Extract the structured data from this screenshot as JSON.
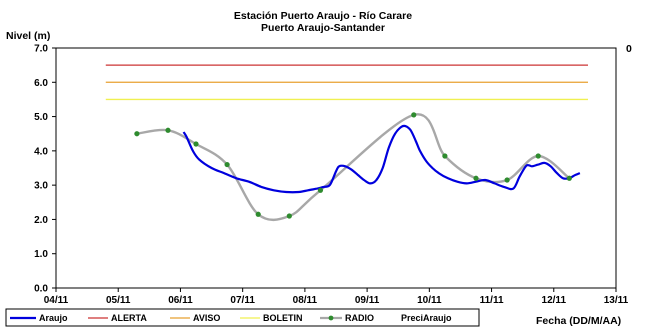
{
  "chart_data": {
    "type": "line",
    "title": "Estación Puerto Araujo - Río Carare",
    "subtitle": "Puerto Araujo-Santander",
    "ylabel": "Nivel (m)",
    "xlabel": "Fecha (DD/M/AA)",
    "right_axis_label": "0",
    "ylim": [
      0,
      7
    ],
    "yticks": [
      "0.0",
      "1.0",
      "2.0",
      "3.0",
      "4.0",
      "5.0",
      "6.0",
      "7.0"
    ],
    "xlim": [
      "04/11",
      "13/11"
    ],
    "xticks": [
      "04/11",
      "05/11",
      "06/11",
      "07/11",
      "08/11",
      "09/11",
      "10/11",
      "11/11",
      "12/11",
      "13/11"
    ],
    "grid": false,
    "legend_position": "bottom",
    "thresholds": [
      {
        "name": "ALERTA",
        "value": 6.5,
        "color": "#cc3333"
      },
      {
        "name": "AVISO",
        "value": 6.0,
        "color": "#e8a030"
      },
      {
        "name": "BOLETIN",
        "value": 5.5,
        "color": "#f0f050"
      }
    ],
    "series": [
      {
        "name": "Araujo",
        "color": "#0000dd",
        "x": [
          6.05,
          6.1,
          6.2,
          6.3,
          6.5,
          6.7,
          6.9,
          7.1,
          7.3,
          7.5,
          7.7,
          7.9,
          8.05,
          8.2,
          8.3,
          8.4,
          8.5,
          8.55,
          8.65,
          8.75,
          8.85,
          8.95,
          9.05,
          9.15,
          9.25,
          9.35,
          9.45,
          9.55,
          9.62,
          9.7,
          9.78,
          9.85,
          9.95,
          10.05,
          10.15,
          10.3,
          10.45,
          10.6,
          10.75,
          10.9,
          11.05,
          11.2,
          11.35,
          11.45,
          11.55,
          11.6,
          11.65,
          11.75,
          11.85,
          11.95,
          12.05,
          12.15,
          12.25,
          12.3,
          12.35,
          12.42
        ],
        "y": [
          4.55,
          4.4,
          4.0,
          3.75,
          3.5,
          3.35,
          3.2,
          3.1,
          2.95,
          2.85,
          2.8,
          2.8,
          2.85,
          2.9,
          2.95,
          3.0,
          3.4,
          3.55,
          3.55,
          3.45,
          3.3,
          3.15,
          3.05,
          3.15,
          3.5,
          4.1,
          4.5,
          4.7,
          4.72,
          4.6,
          4.3,
          4.0,
          3.7,
          3.5,
          3.35,
          3.2,
          3.1,
          3.05,
          3.1,
          3.15,
          3.05,
          2.95,
          2.9,
          3.25,
          3.55,
          3.58,
          3.55,
          3.6,
          3.65,
          3.55,
          3.35,
          3.2,
          3.2,
          3.25,
          3.3,
          3.35
        ]
      },
      {
        "name": "RADIO",
        "color": "#a8a8a8",
        "marker_color": "#2e8b2e",
        "x": [
          5.3,
          5.8,
          6.25,
          6.75,
          7.25,
          7.75,
          8.25,
          9.75,
          10.25,
          10.75,
          11.25,
          11.75,
          12.25
        ],
        "y": [
          4.5,
          4.6,
          4.2,
          3.6,
          2.15,
          2.1,
          2.85,
          5.05,
          3.85,
          3.2,
          3.15,
          3.85,
          3.2
        ]
      }
    ],
    "legend": [
      "Araujo",
      "ALERTA",
      "AVISO",
      "BOLETIN",
      "RADIO",
      "PreciAraujo"
    ]
  }
}
